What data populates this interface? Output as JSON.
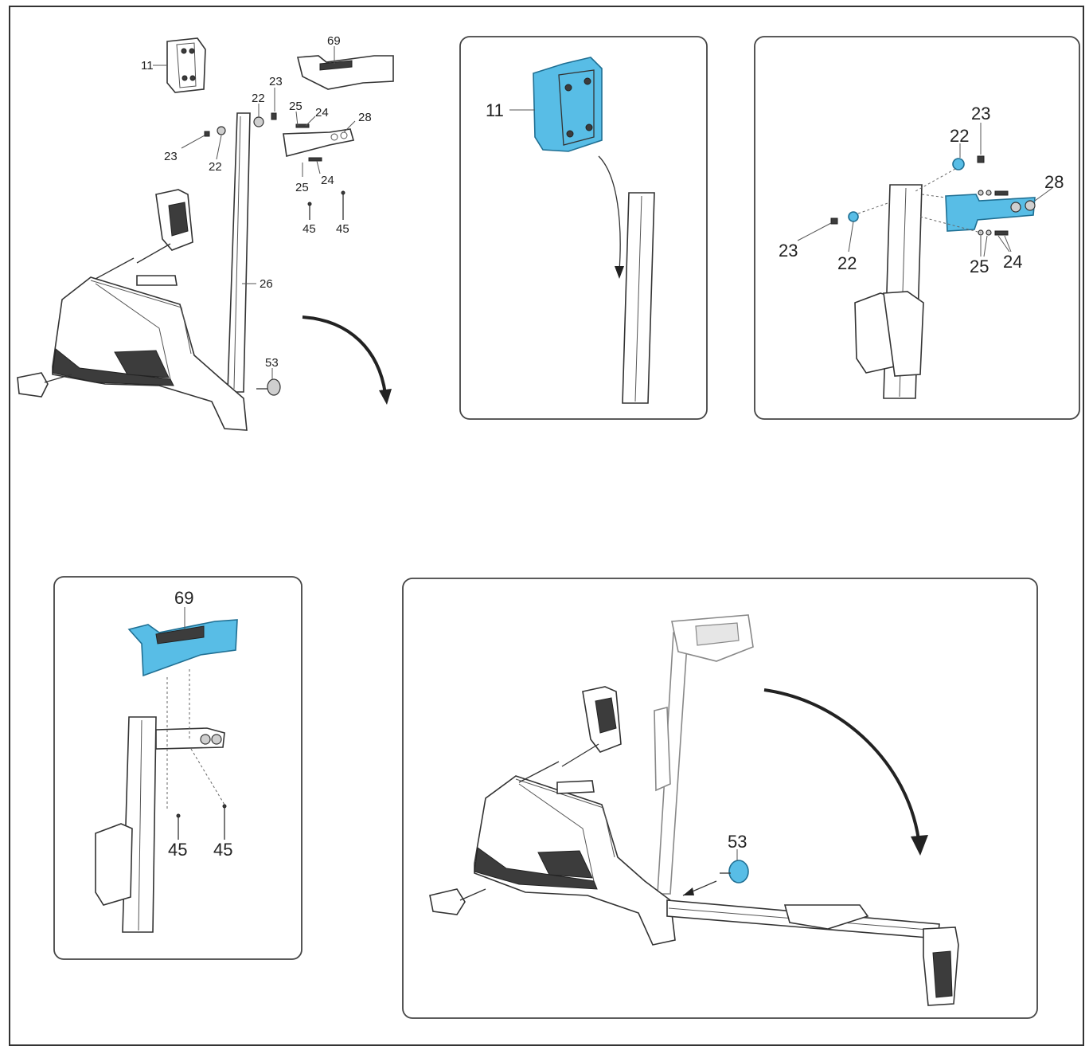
{
  "overview": {
    "labels": {
      "p11": "11",
      "p69": "69",
      "p23a": "23",
      "p22a": "22",
      "p25a": "25",
      "p24a": "24",
      "p28": "28",
      "p23b": "23",
      "p22b": "22",
      "p24b": "24",
      "p25b": "25",
      "p45a": "45",
      "p45b": "45",
      "p26": "26",
      "p53": "53"
    }
  },
  "detail_cover": {
    "labels": {
      "p11": "11"
    },
    "highlight_color": "#58bde6"
  },
  "detail_bracket": {
    "labels": {
      "p23a": "23",
      "p22a": "22",
      "p28": "28",
      "p23b": "23",
      "p22b": "22",
      "p25": "25",
      "p24": "24"
    },
    "highlight_color": "#58bde6"
  },
  "detail_shroud": {
    "labels": {
      "p69": "69",
      "p45a": "45",
      "p45b": "45"
    },
    "highlight_color": "#58bde6"
  },
  "final_assembly": {
    "labels": {
      "p53": "53"
    },
    "highlight_color": "#58bde6"
  }
}
